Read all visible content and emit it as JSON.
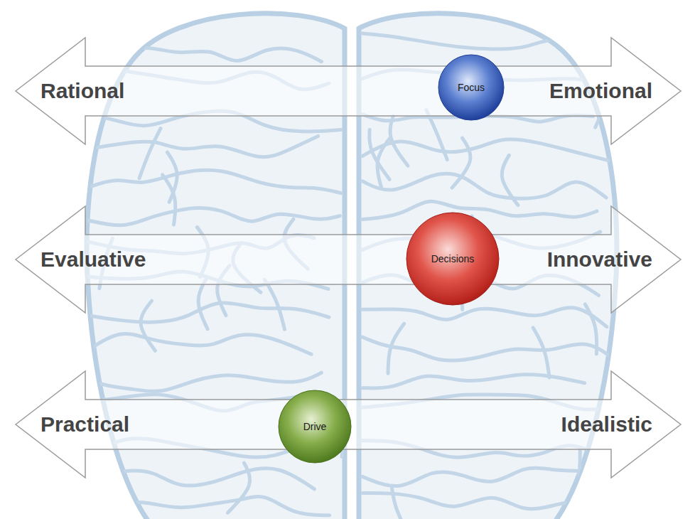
{
  "diagram": {
    "nodes": [
      {
        "text": [
          "Rational",
          "Emotional"
        ]
      },
      {
        "text": [
          "Focus"
        ],
        "in": 0
      },
      {
        "text": [
          "Evaluative",
          "Innovative"
        ]
      },
      {
        "text": [
          "Decisions"
        ],
        "in": 2
      },
      {
        "text": [
          "Practical",
          "Idealistic"
        ]
      },
      {
        "text": [
          "Drive"
        ],
        "in": 4
      }
    ]
  }
}
